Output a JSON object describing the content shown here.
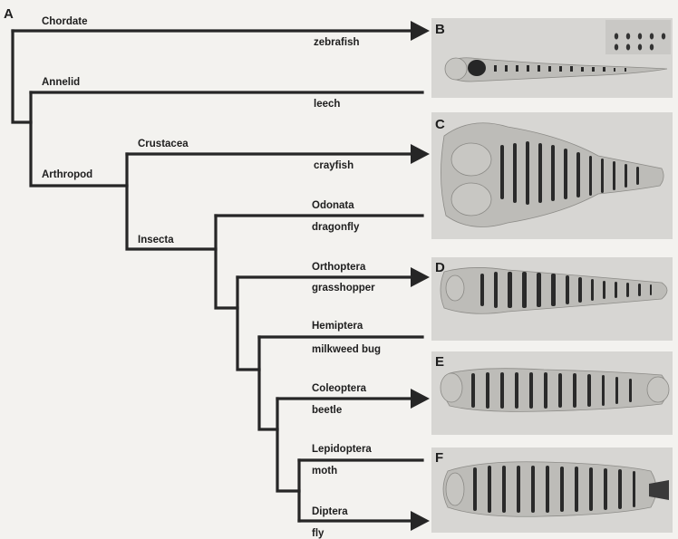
{
  "figure": {
    "panel_main": "A",
    "taxa": [
      {
        "group": "Chordate",
        "species": "zebrafish",
        "panel": "B"
      },
      {
        "group": "Annelid",
        "species": "leech"
      },
      {
        "group": "Crustacea",
        "species": "crayfish",
        "panel": "C"
      },
      {
        "group": "Odonata",
        "species": "dragonfly"
      },
      {
        "group": "Orthoptera",
        "species": "grasshopper",
        "panel": "D"
      },
      {
        "group": "Hemiptera",
        "species": "milkweed bug"
      },
      {
        "group": "Coleoptera",
        "species": "beetle",
        "panel": "E"
      },
      {
        "group": "Lepidoptera",
        "species": "moth"
      },
      {
        "group": "Diptera",
        "species": "fly",
        "panel": "F"
      }
    ],
    "internal_nodes": {
      "arthropod": "Arthropod",
      "insecta": "Insecta"
    }
  }
}
